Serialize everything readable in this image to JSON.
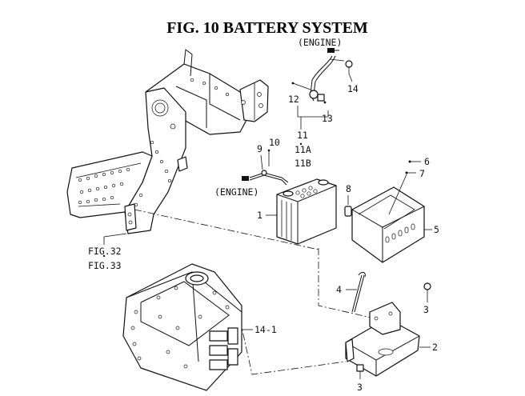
{
  "title": "FIG. 10  BATTERY SYSTEM",
  "refs": {
    "engine_top": "(ENGINE)",
    "engine_left": "(ENGINE)",
    "fig32": "FIG.32",
    "fig33": "FIG.33"
  },
  "callouts": {
    "c1": "1",
    "c2": "2",
    "c3a": "3",
    "c3b": "3",
    "c4": "4",
    "c5": "5",
    "c6": "6",
    "c7": "7",
    "c8": "8",
    "c9": "9",
    "c10": "10",
    "c11": "11",
    "c11a": "11A",
    "c11b": "11B",
    "c12": "12",
    "c13": "13",
    "c14": "14",
    "c14_1": "14-1"
  },
  "icons": [
    "frame-assembly",
    "battery",
    "battery-cover",
    "battery-bracket",
    "transmission-housing",
    "battery-cable"
  ]
}
